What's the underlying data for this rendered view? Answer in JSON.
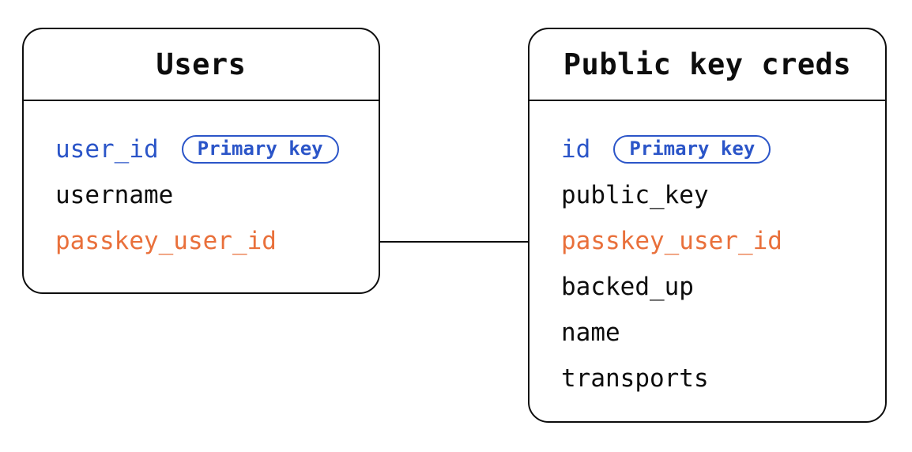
{
  "tables": [
    {
      "title": "Users",
      "fields": [
        {
          "name": "user_id",
          "role": "primary",
          "badge": "Primary key"
        },
        {
          "name": "username",
          "role": "normal"
        },
        {
          "name": "passkey_user_id",
          "role": "foreign"
        }
      ]
    },
    {
      "title": "Public key creds",
      "fields": [
        {
          "name": "id",
          "role": "primary",
          "badge": "Primary key"
        },
        {
          "name": "public_key",
          "role": "normal"
        },
        {
          "name": "passkey_user_id",
          "role": "foreign"
        },
        {
          "name": "backed_up",
          "role": "normal"
        },
        {
          "name": "name",
          "role": "normal"
        },
        {
          "name": "transports",
          "role": "normal"
        }
      ]
    }
  ],
  "relation": {
    "from": "Users.passkey_user_id",
    "to": "Public key creds.passkey_user_id"
  },
  "colors": {
    "primary_key_blue": "#2b55c8",
    "linked_field_orange": "#e9703b",
    "text": "#0d0d0d",
    "border": "#0d0d0d",
    "background": "#ffffff"
  }
}
